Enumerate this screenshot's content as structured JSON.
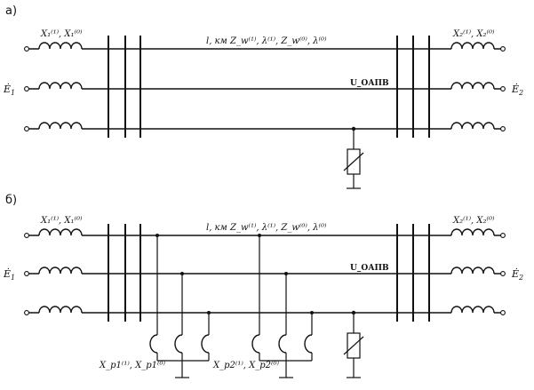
{
  "panels": {
    "a": {
      "tag": "а)"
    },
    "b": {
      "tag": "б)"
    }
  },
  "labels": {
    "e1": "Ė",
    "e1_sub": "1",
    "e2": "Ė",
    "e2_sub": "2",
    "x1": "X₁⁽¹⁾, X₁⁽⁰⁾",
    "x2": "X₂⁽¹⁾, X₂⁽⁰⁾",
    "line_params": "l, км   Z_w⁽¹⁾, λ⁽¹⁾, Z_w⁽⁰⁾, λ⁽⁰⁾",
    "u_oapv": "U_ОАПВ",
    "xp1": "X_p1⁽¹⁾, X_p1⁽⁰⁾",
    "xp2": "X_p2⁽¹⁾, X_p2⁽⁰⁾"
  }
}
